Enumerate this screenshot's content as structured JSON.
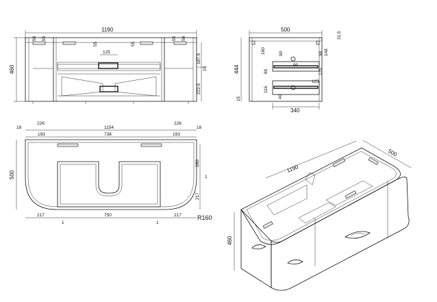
{
  "front_view": {
    "overall_width": "1190",
    "overall_height": "460",
    "left_top_a": "50",
    "left_top_b": "55",
    "center_top_a": "55",
    "center_top_b": "55",
    "hole_width": "125",
    "right_top_a": "55",
    "right_top_b": "50",
    "right_upper": "187.5",
    "right_lower": "222.5",
    "right_offset": "15"
  },
  "side_view": {
    "overall_width": "500",
    "top_offset": "31.5",
    "height": "444",
    "left_offset": "15",
    "dim_a": "160",
    "dim_b": "98",
    "dim_c": "90",
    "dim_d": "80",
    "dim_e": "116",
    "dim_f": "40",
    "dim_g": "90",
    "dim_h": "125",
    "dim_i": "125",
    "dim_j": "148",
    "bottom_width": "340"
  },
  "top_view": {
    "left_edge": "18",
    "right_edge": "18",
    "left_seg": "226",
    "center_seg": "1154",
    "right_seg": "226",
    "inner_left": "193",
    "inner_center": "738",
    "inner_right": "193",
    "depth": "500",
    "right_depth_a": "280",
    "right_depth_b": "217",
    "bottom_left": "217",
    "bottom_center": "750",
    "bottom_right": "217",
    "radius": "R160",
    "section_marker": "1"
  },
  "iso_view": {
    "width": "1190",
    "depth": "500",
    "height": "460"
  }
}
